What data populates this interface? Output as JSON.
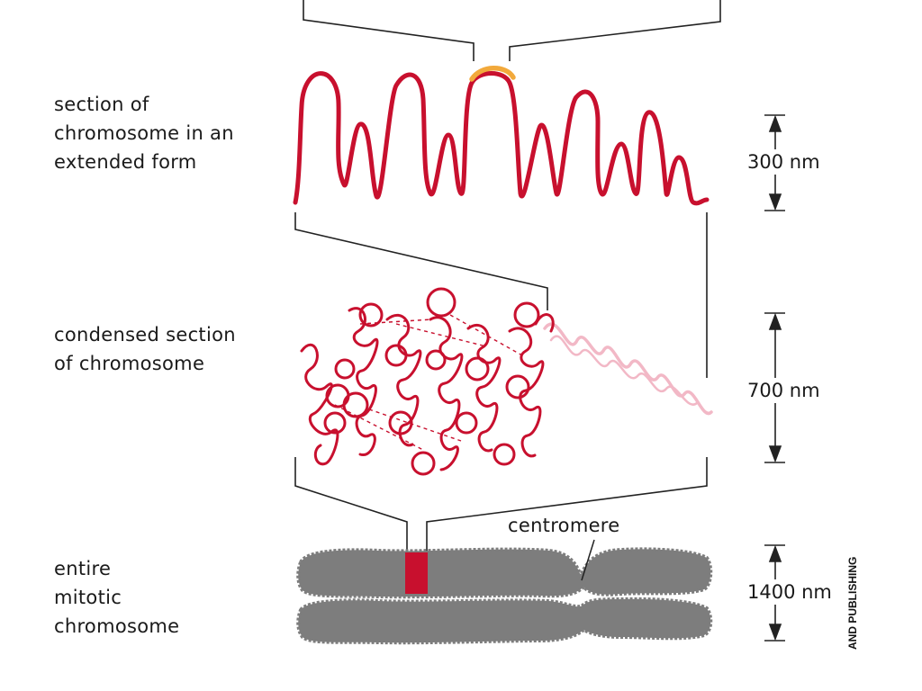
{
  "labels": {
    "extended": [
      "section of",
      "chromosome in an",
      "extended form"
    ],
    "condensed": [
      "condensed section",
      "of chromosome"
    ],
    "mitotic": [
      "entire",
      "mitotic",
      "chromosome"
    ],
    "centromere": "centromere"
  },
  "scales": {
    "extended": "300 nm",
    "condensed": "700 nm",
    "mitotic": "1400 nm"
  },
  "credit": "AND PUBLISHING",
  "colors": {
    "chromatin": "#c8102e",
    "chromatin_light": "#f2b8c6",
    "highlight": "#f2a93b",
    "chromosome": "#7d7d7d",
    "line": "#222222"
  }
}
